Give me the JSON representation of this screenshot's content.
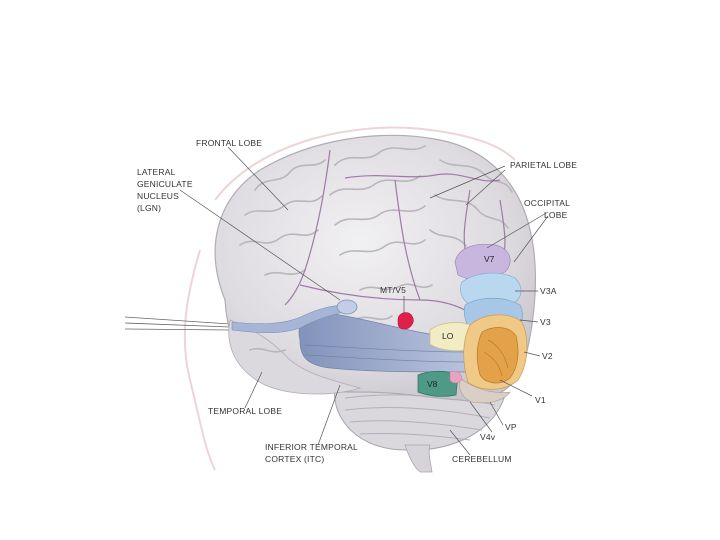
{
  "diagram": {
    "labels": {
      "frontal_lobe": "FRONTAL LOBE",
      "lgn": [
        "LATERAL",
        "GENICULATE",
        "NUCLEUS",
        "(LGN)"
      ],
      "parietal_lobe": "PARIETAL LOBE",
      "occipital_lobe": [
        "OCCIPITAL",
        "LOBE"
      ],
      "v7": "V7",
      "v3a": "V3A",
      "v3": "V3",
      "v2": "V2",
      "v1": "V1",
      "vp": "VP",
      "v4v": "V4v",
      "v8": "V8",
      "lo": "LO",
      "mt_v5": "MT/V5",
      "temporal_lobe": "TEMPORAL LOBE",
      "inferior_temporal": [
        "INFERIOR TEMPORAL",
        "CORTEX (ITC)"
      ],
      "cerebellum": "CEREBELLUM"
    },
    "colors": {
      "brain": "#e4e2e6",
      "optic_radiation": "#8e9fc6",
      "mt": "#e0204a",
      "v7": "#c9b6df",
      "v3a": "#b9d7ee",
      "v3": "#a8c6e6",
      "v2": "#f1c987",
      "v1": "#e3a24a",
      "v8": "#4e9a86",
      "lo": "#f2ecc4",
      "vp": "#d9cfc4"
    }
  }
}
